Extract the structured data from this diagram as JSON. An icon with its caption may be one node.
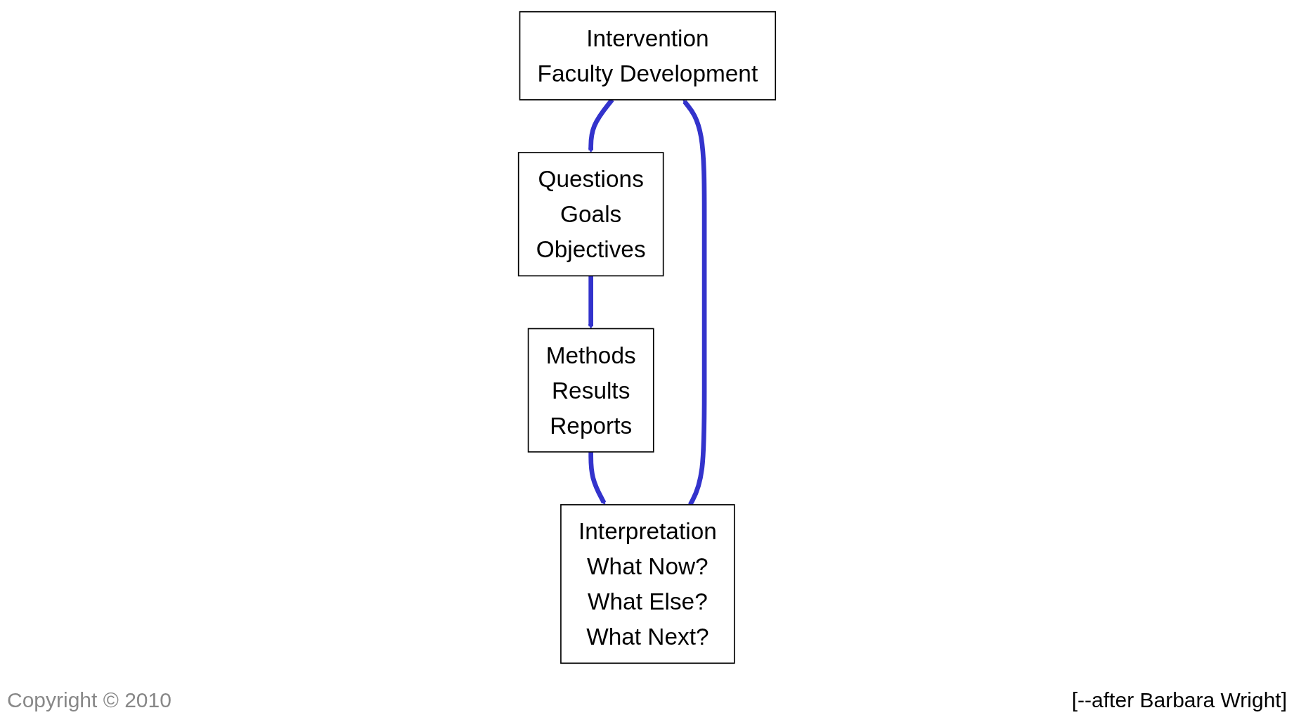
{
  "diagram": {
    "nodes": [
      {
        "text": [
          "Intervention",
          "Faculty Development"
        ]
      },
      {
        "text": [
          "Questions",
          "Goals",
          "Objectives"
        ]
      },
      {
        "text": [
          "Interpretation",
          "What Now?",
          "What Else?",
          "What Next?"
        ]
      },
      {
        "text": [
          "Methods",
          "Results",
          "Reports"
        ]
      }
    ],
    "edges": [
      {
        "from": 0,
        "to": 1,
        "arrow": "to"
      },
      {
        "from": 1,
        "to": 3,
        "arrow": "to"
      },
      {
        "from": 3,
        "to": 2,
        "arrow": "to"
      },
      {
        "from": 2,
        "to": 0,
        "arrow": "to"
      }
    ],
    "labels": [
      "Copyright © 2010",
      "[--after Barbara Wright]"
    ]
  }
}
